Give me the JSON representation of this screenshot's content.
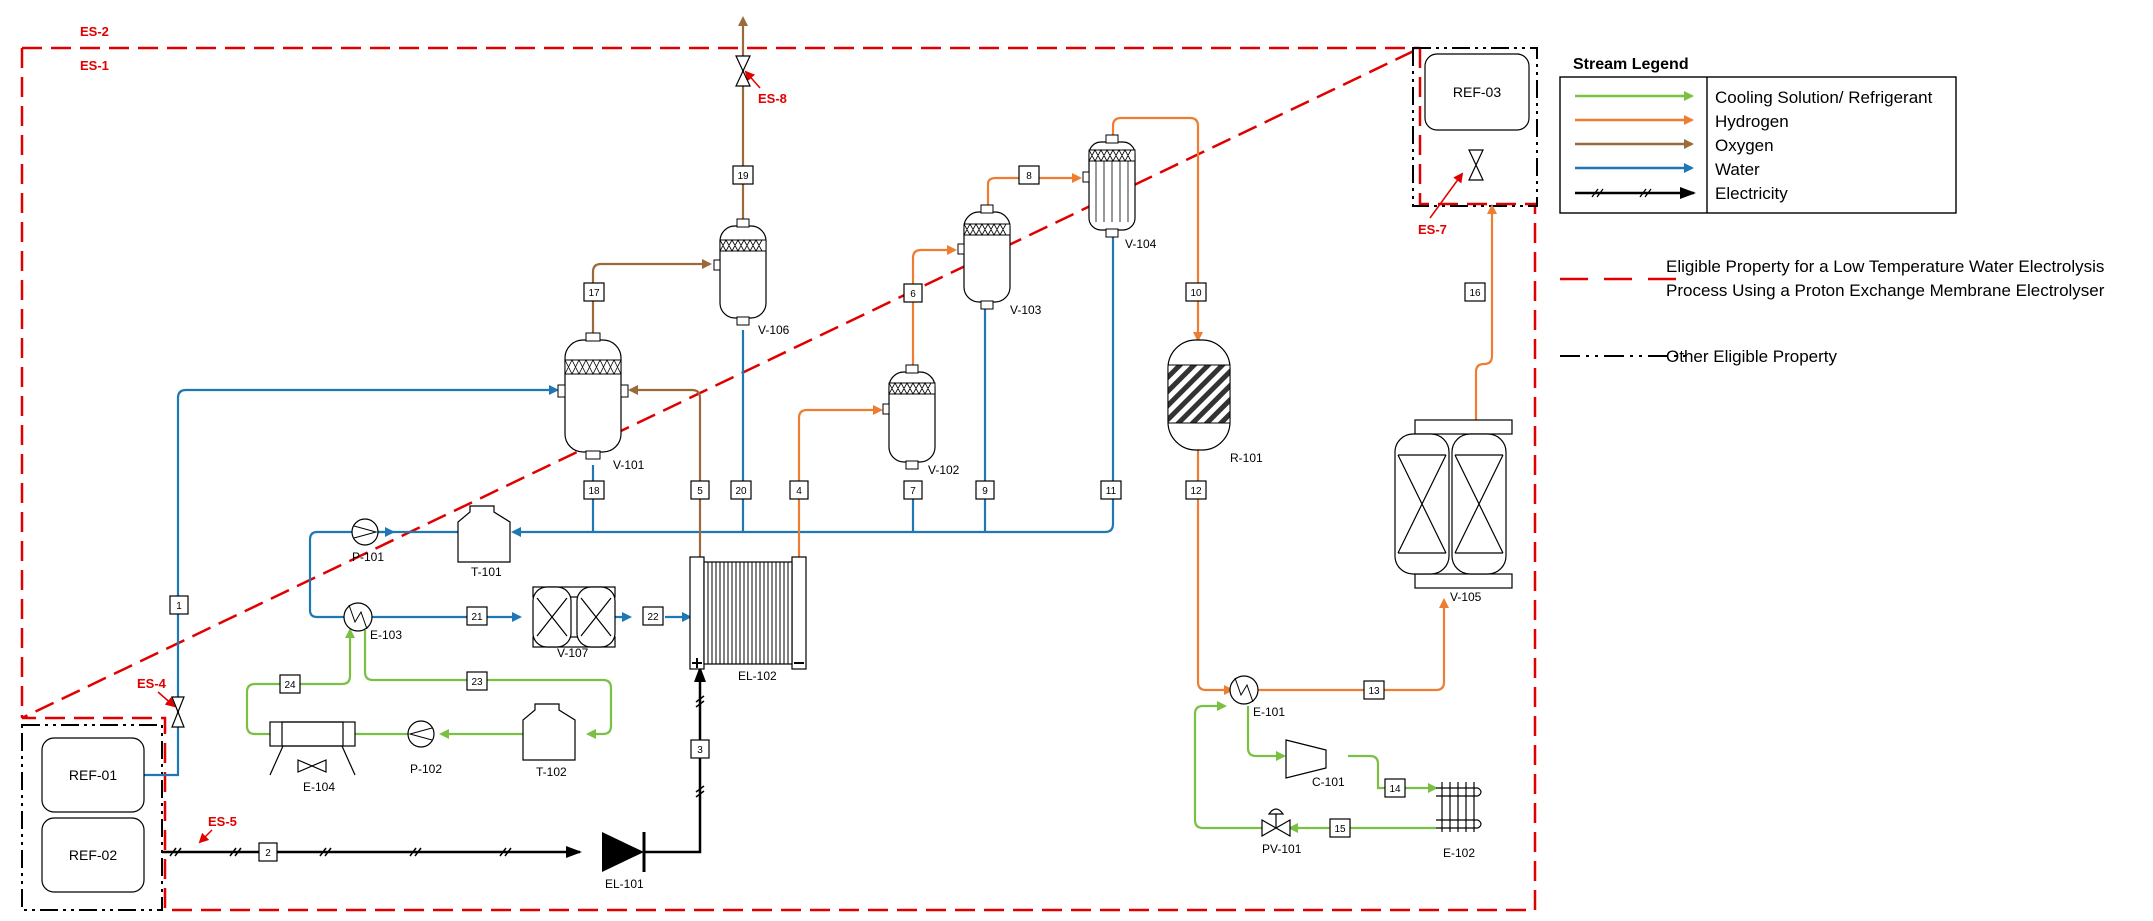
{
  "colors": {
    "cooling": "#7ac143",
    "hydrogen": "#ed7d31",
    "oxygen": "#9c6a3a",
    "water": "#1f78b4",
    "electricity": "#000000",
    "boundary": "#e00000"
  },
  "boundaries": {
    "es1": "ES-1",
    "es2": "ES-2",
    "es4": "ES-4",
    "es5": "ES-5",
    "es7": "ES-7",
    "es8": "ES-8"
  },
  "equipment": {
    "ref01": "REF-01",
    "ref02": "REF-02",
    "ref03": "REF-03",
    "v101": "V-101",
    "v102": "V-102",
    "v103": "V-103",
    "v104": "V-104",
    "v105": "V-105",
    "v106": "V-106",
    "v107": "V-107",
    "r101": "R-101",
    "t101": "T-101",
    "t102": "T-102",
    "p101": "P-101",
    "p102": "P-102",
    "e101": "E-101",
    "e102": "E-102",
    "e103": "E-103",
    "e104": "E-104",
    "el101": "EL-101",
    "el102": "EL-102",
    "c101": "C-101",
    "pv101": "PV-101"
  },
  "streams": {
    "s1": "1",
    "s2": "2",
    "s3": "3",
    "s4": "4",
    "s5": "5",
    "s6": "6",
    "s7": "7",
    "s8": "8",
    "s9": "9",
    "s10": "10",
    "s11": "11",
    "s12": "12",
    "s13": "13",
    "s14": "14",
    "s15": "15",
    "s16": "16",
    "s17": "17",
    "s18": "18",
    "s19": "19",
    "s20": "20",
    "s21": "21",
    "s22": "22",
    "s23": "23",
    "s24": "24"
  },
  "legend": {
    "title": "Stream Legend",
    "items": [
      "Cooling Solution/ Refrigerant",
      "Hydrogen",
      "Oxygen",
      "Water",
      "Electricity"
    ],
    "eligible_line1": "Eligible Property for a Low Temperature Water Electrolysis",
    "eligible_line2": "Process Using a Proton Exchange Membrane Electrolyser",
    "other": "Other Eligible Property"
  }
}
